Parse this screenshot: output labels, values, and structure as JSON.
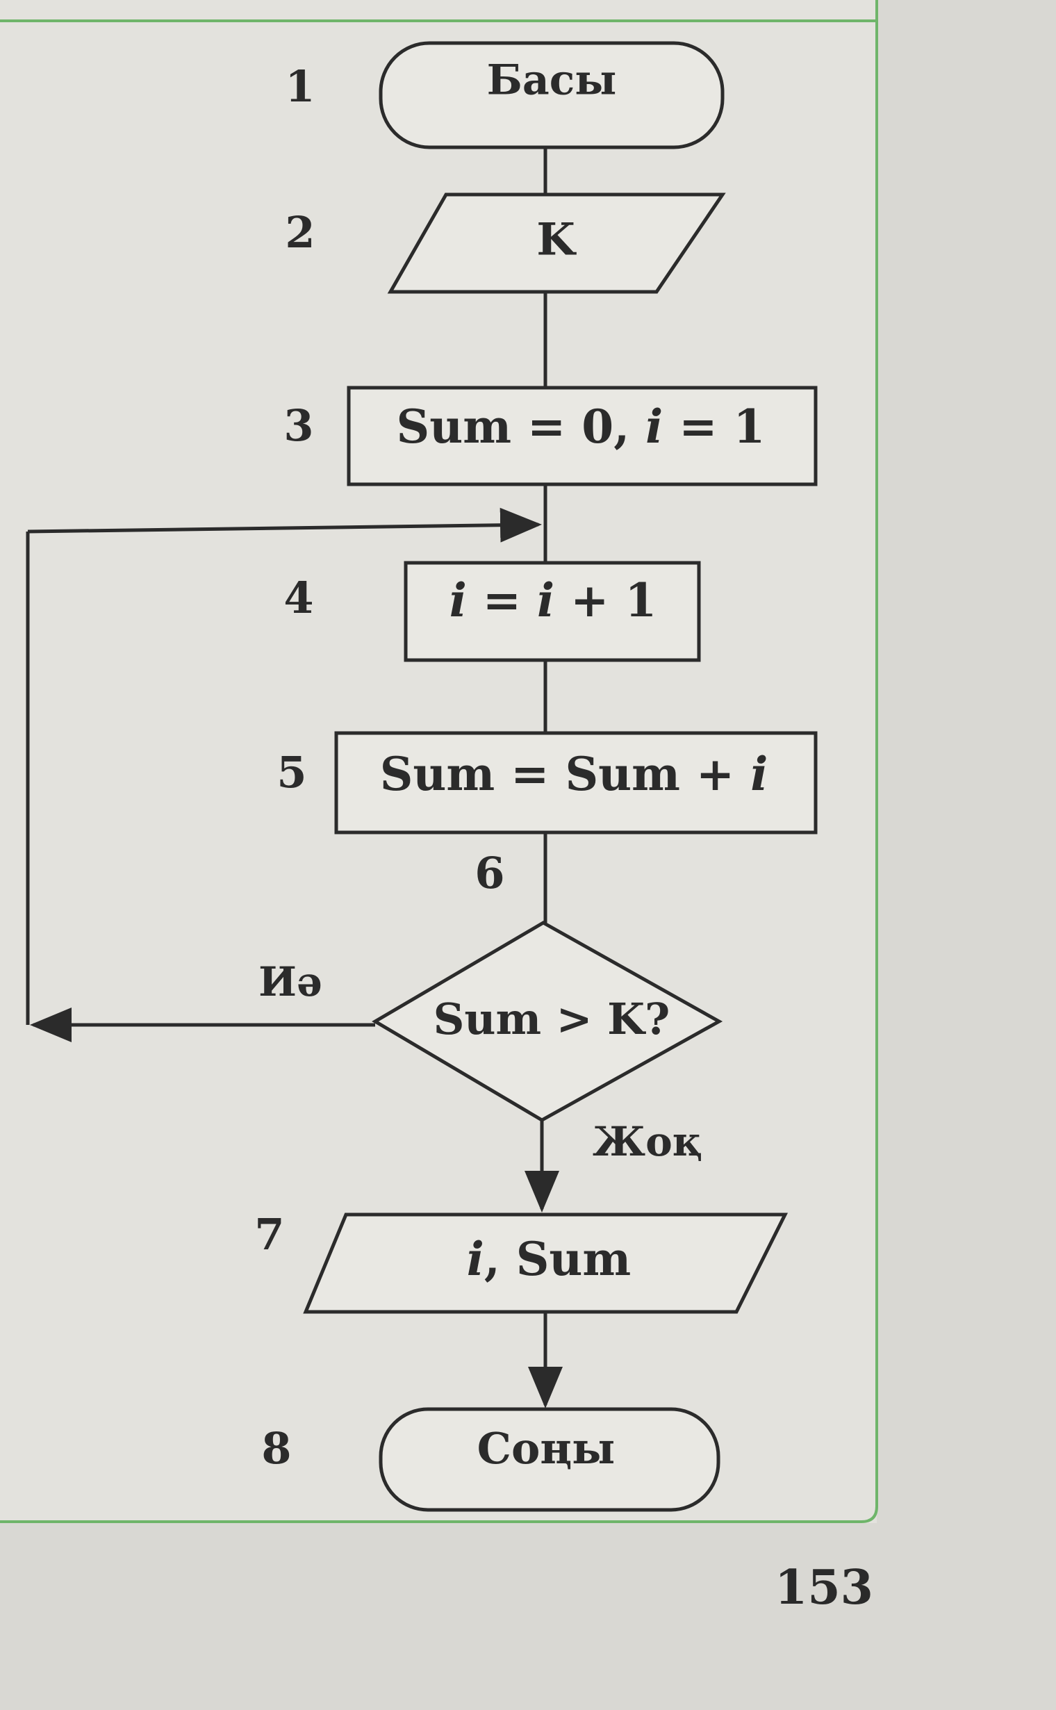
{
  "flowchart": {
    "steps": [
      {
        "number": "1",
        "shape": "terminator",
        "text": "Басы"
      },
      {
        "number": "2",
        "shape": "input",
        "text": "K"
      },
      {
        "number": "3",
        "shape": "process",
        "text_parts": [
          "Sum = 0, ",
          "i",
          " = 1"
        ]
      },
      {
        "number": "4",
        "shape": "process",
        "text_parts": [
          "i",
          " = ",
          "i",
          " + 1"
        ]
      },
      {
        "number": "5",
        "shape": "process",
        "text_parts": [
          "Sum = Sum + ",
          "i"
        ]
      },
      {
        "number": "6",
        "shape": "decision",
        "text": "Sum > K?"
      },
      {
        "number": "7",
        "shape": "output",
        "text_parts": [
          "i",
          ", Sum"
        ]
      },
      {
        "number": "8",
        "shape": "terminator",
        "text": "Соңы"
      }
    ],
    "branch_yes": "Иә",
    "branch_no": "Жоқ"
  },
  "page_number": "153",
  "colors": {
    "frame": "#6fb56a",
    "stroke": "#2b2b2b",
    "shape_fill": "#e9e8e3",
    "background": "#d9d8d3"
  }
}
